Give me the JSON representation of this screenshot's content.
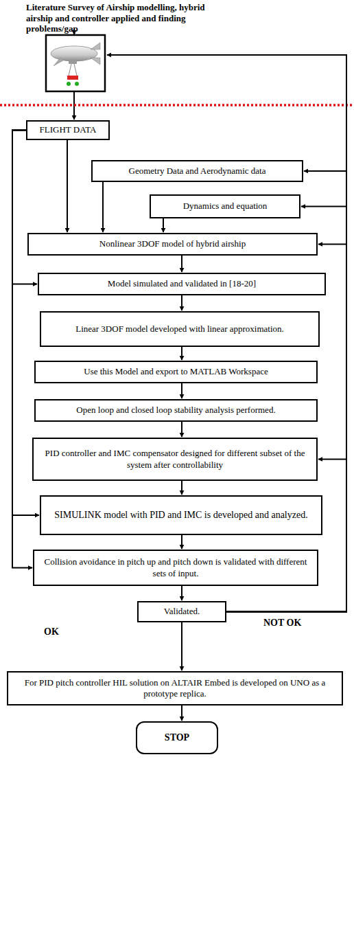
{
  "diagram": {
    "title": "Literature Survey of Airship modelling, hybrid airship and controller applied and finding problems/gap",
    "nodes": [
      {
        "text": [
          "FLIGHT DATA"
        ]
      },
      {
        "text": [
          "Geometry Data and Aerodynamic data"
        ]
      },
      {
        "text": [
          "Dynamics and equation"
        ]
      },
      {
        "text": [
          "Nonlinear 3DOF model of hybrid airship"
        ]
      },
      {
        "text": [
          "Model simulated and validated in [18-20]"
        ]
      },
      {
        "text": [
          "Linear 3DOF model developed with linear approximation."
        ]
      },
      {
        "text": [
          "Use this Model and export to MATLAB Workspace"
        ]
      },
      {
        "text": [
          "Open loop and closed loop stability analysis performed."
        ]
      },
      {
        "text": [
          "PID controller and IMC compensator designed for different subset of the system after controllability"
        ]
      },
      {
        "text": [
          "SIMULINK model with PID and IMC is developed and analyzed."
        ]
      },
      {
        "text": [
          "Collision avoidance in pitch up and pitch down is validated with different sets of input."
        ]
      },
      {
        "text": [
          "Validated."
        ]
      },
      {
        "text": [
          "For PID pitch controller HIL solution on ALTAIR Embed is developed on UNO as a prototype replica."
        ]
      },
      {
        "text": [
          "STOP"
        ]
      }
    ],
    "edges": [
      {
        "from": 0,
        "to": 3,
        "arrow": "to"
      },
      {
        "from": 1,
        "to": 3,
        "arrow": "to"
      },
      {
        "from": 2,
        "to": 3,
        "arrow": "to"
      },
      {
        "from": 3,
        "to": 4,
        "arrow": "to"
      },
      {
        "from": 4,
        "to": 5,
        "arrow": "to"
      },
      {
        "from": 5,
        "to": 6,
        "arrow": "to"
      },
      {
        "from": 6,
        "to": 7,
        "arrow": "to"
      },
      {
        "from": 7,
        "to": 8,
        "arrow": "to"
      },
      {
        "from": 8,
        "to": 9,
        "arrow": "to"
      },
      {
        "from": 9,
        "to": 10,
        "arrow": "to"
      },
      {
        "from": 10,
        "to": 11,
        "arrow": "to"
      },
      {
        "from": 11,
        "to": 12,
        "arrow": "to"
      },
      {
        "from": 12,
        "to": 13,
        "arrow": "to"
      },
      {
        "from": 0,
        "to": 4,
        "arrow": "to"
      },
      {
        "from": 0,
        "to": 9,
        "arrow": "to"
      },
      {
        "from": 0,
        "to": 10,
        "arrow": "to"
      },
      {
        "from": 11,
        "to": 1,
        "arrow": "to"
      },
      {
        "from": 11,
        "to": 2,
        "arrow": "to"
      },
      {
        "from": 11,
        "to": 3,
        "arrow": "to"
      },
      {
        "from": 11,
        "to": 8,
        "arrow": "to"
      }
    ],
    "labels": [
      "OK",
      "NOT OK"
    ]
  }
}
